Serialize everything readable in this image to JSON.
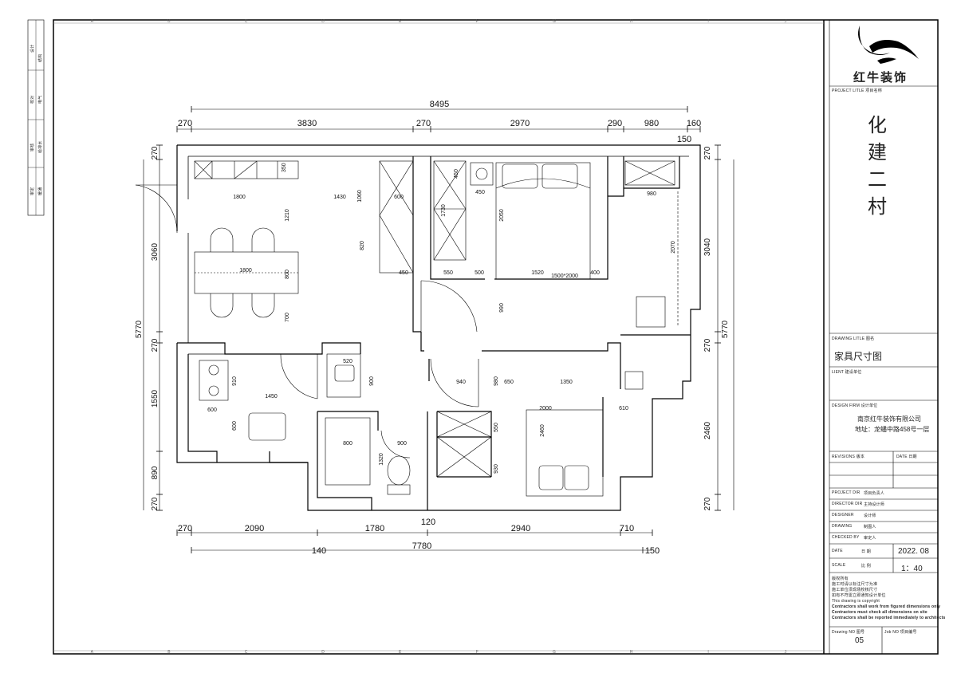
{
  "drawing": {
    "grid_cols": [
      "A",
      "B",
      "C",
      "D",
      "E",
      "F",
      "G",
      "H",
      "I",
      "J"
    ],
    "top_dims": {
      "overall": "8495",
      "segments": [
        "270",
        "3830",
        "270",
        "2970",
        "290",
        "980",
        "160"
      ],
      "extra": "150"
    },
    "bottom_dims": {
      "segments": [
        "270",
        "2090",
        "1780",
        "2940",
        "710"
      ],
      "mid": "120",
      "overall": "7780",
      "left_offset": "140",
      "right_offset": "150"
    },
    "left_dims": {
      "segments": [
        "270",
        "3060",
        "270",
        "1550",
        "890",
        "270"
      ],
      "overall": "5770"
    },
    "right_dims": {
      "segments": [
        "270",
        "3040",
        "270",
        "2460",
        "270"
      ],
      "overall": "5770"
    },
    "inner_dims": [
      "350",
      "1800",
      "1430",
      "1060",
      "600",
      "450",
      "450",
      "2050",
      "1730",
      "1210",
      "820",
      "450",
      "550",
      "500",
      "1520",
      "1500*2000",
      "400",
      "980",
      "2070",
      "1800",
      "800",
      "700",
      "990",
      "910",
      "520",
      "900",
      "940",
      "980",
      "650",
      "1350",
      "1450",
      "2000",
      "610",
      "600",
      "600",
      "800",
      "900",
      "550",
      "1320",
      "2460",
      "930"
    ]
  },
  "titleblock": {
    "brand": "红牛装饰",
    "project_label": "PROJECT LITLE  项目名称",
    "project_name_chars": [
      "化",
      "建",
      "二",
      "村"
    ],
    "drawing_label": "DRAWING LITLE  图名",
    "drawing_title": "家具尺寸图",
    "client_label": "LIENT  建设单位",
    "design_firm_label": "DESIGN FIRM  设计单位",
    "design_firm": "南京红牛装饰有限公司",
    "address": "地址：龙蟠中路458号一层",
    "revisions_label": "REVISIONS  版本",
    "date_label_top": "DATE  日期",
    "rows": [
      {
        "label": "PROJECT DIR",
        "value": "项目负责人"
      },
      {
        "label": "DIRECTOR DIR",
        "value": "主持设计师"
      },
      {
        "label": "DESIGNER",
        "value": "设计师"
      },
      {
        "label": "DRAWING",
        "value": "制图人"
      },
      {
        "label": "CHECKED BY",
        "value": "审定人"
      }
    ],
    "date_label": "DATE",
    "date_cn": "日   期",
    "date_value": "2022. 08",
    "scale_label": "SCALE",
    "scale_cn": "比   例",
    "scale_value": "1：40",
    "notes": [
      "版权所有",
      "施工时请以标注尺寸为准",
      "施工单位须现场校核尺寸",
      "如有不符需立即通知设计单位",
      "This drawing is copyright",
      "Contractors shall work from figured dimensions only",
      "Contractors must check all dimensions on site",
      "Contractors shall be reported immediately to architects"
    ],
    "drawing_no_label": "Drawing NO  图号",
    "job_no_label": "Job NO  项目编号",
    "drawing_no": "05"
  },
  "side_labels": [
    "设计",
    "校对",
    "审核",
    "审定"
  ],
  "side_labels_b": [
    "结构",
    "电气",
    "给排水",
    "暖通"
  ]
}
